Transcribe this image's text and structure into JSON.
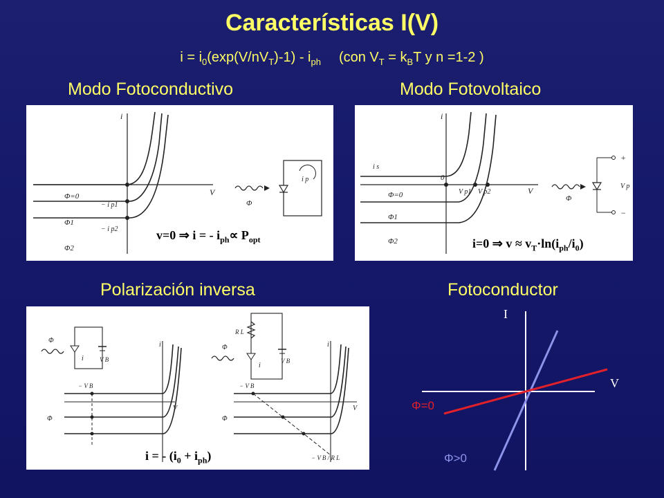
{
  "title": "Características I(V)",
  "formula": {
    "i_eq": "i = i",
    "sub0": "0",
    "exp_part": "(exp(V/nV",
    "subT": "T",
    "rest": ")-1) - i",
    "subph": "ph",
    "con_part": "(con V",
    "subT2": "T",
    "eq_k": " = k",
    "subB": "B",
    "tail": "T  y  n =1-2 )"
  },
  "sections": {
    "fotoconductivo": "Modo Fotoconductivo",
    "fotovoltaico": "Modo Fotovoltaico",
    "polarizacion": "Polarización inversa",
    "fotoconductor": "Fotoconductor"
  },
  "panel1": {
    "axis_i": "i",
    "axis_v": "V",
    "phi0": "Φ=0",
    "phi1": "Φ1",
    "phi2": "Φ2",
    "ip1": "− i p1",
    "ip2": "− i p2",
    "ip": "i p",
    "phi": "Φ",
    "eq_a": "v=0  ⇒ i = - i",
    "eq_sub": "ph",
    "eq_b": "∝ P",
    "eq_sub2": "opt"
  },
  "panel2": {
    "axis_i": "i",
    "axis_v": "V",
    "is": "i s",
    "zero": "0",
    "phi0": "Φ=0",
    "phi1": "Φ1",
    "phi2": "Φ2",
    "vp1": "V p1",
    "vp2": "V p2",
    "vp": "V p",
    "plus": "+",
    "minus": "−",
    "phi": "Φ",
    "eq_a": "i=0  ⇒ v ≈ v",
    "eq_subT": "T",
    "eq_b": "·ln(i",
    "eq_subph": "ph",
    "eq_c": "/i",
    "eq_sub0": "0",
    "eq_d": ")"
  },
  "panel3": {
    "phi": "Φ",
    "i_lbl": "i",
    "vb": "V B",
    "rl": "R L",
    "axis_i": "i",
    "axis_v": "V",
    "minus_vb": "− V B",
    "vb_rl": "− V B / R L",
    "eq_a": "i = - (i",
    "eq_sub0": "0",
    "eq_b": " + i",
    "eq_subph": "ph",
    "eq_c": ")"
  },
  "photoconductor": {
    "axis_i": "I",
    "axis_v": "V",
    "phi0": "Φ=0",
    "phi_pos": "Φ>0",
    "colors": {
      "phi0": "#e0202a",
      "phi_pos": "#8c93e8"
    }
  },
  "colors": {
    "title": "#ffff66",
    "background": "#16196a"
  }
}
